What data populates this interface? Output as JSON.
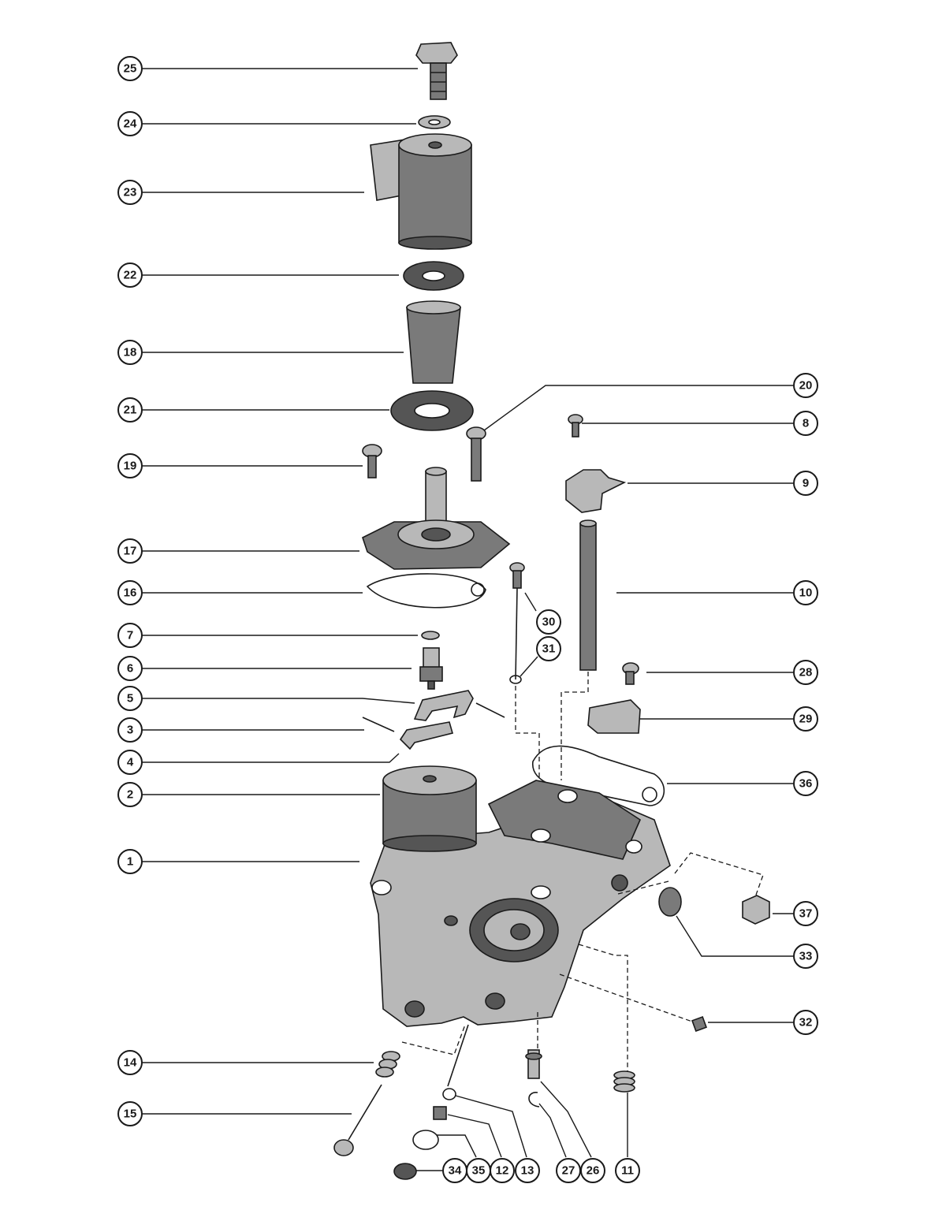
{
  "diagram": {
    "callouts": {
      "c25": "25",
      "c24": "24",
      "c23": "23",
      "c22": "22",
      "c18": "18",
      "c21": "21",
      "c19": "19",
      "c17": "17",
      "c16": "16",
      "c7": "7",
      "c6": "6",
      "c5": "5",
      "c3": "3",
      "c4": "4",
      "c2": "2",
      "c1": "1",
      "c14": "14",
      "c15": "15",
      "c20": "20",
      "c8": "8",
      "c9": "9",
      "c10": "10",
      "c30": "30",
      "c31": "31",
      "c28": "28",
      "c29": "29",
      "c36": "36",
      "c37": "37",
      "c33": "33",
      "c32": "32",
      "c34": "34",
      "c35": "35",
      "c12": "12",
      "c13": "13",
      "c27": "27",
      "c26": "26",
      "c11": "11"
    }
  }
}
